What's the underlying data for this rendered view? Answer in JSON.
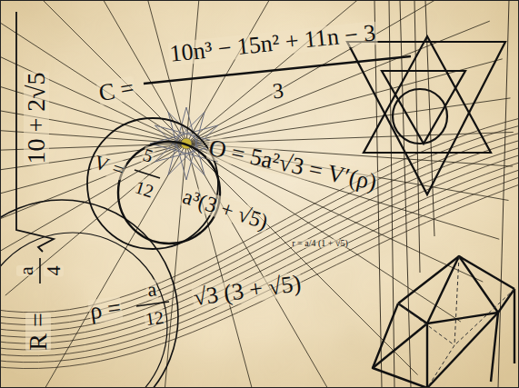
{
  "diagram": {
    "labels": [
      "C =",
      "10n³ − 15n² + 11n − 3",
      "3",
      "R =",
      "a",
      "4",
      "10 + 2√5",
      "V =",
      "5",
      "12",
      "a³(3 + √5)",
      "O = 5a²√3 = V′(ρ)",
      "r = a/4 (1 + √5)",
      "ρ =",
      "a",
      "12",
      "√3 (3 + √5)"
    ]
  }
}
